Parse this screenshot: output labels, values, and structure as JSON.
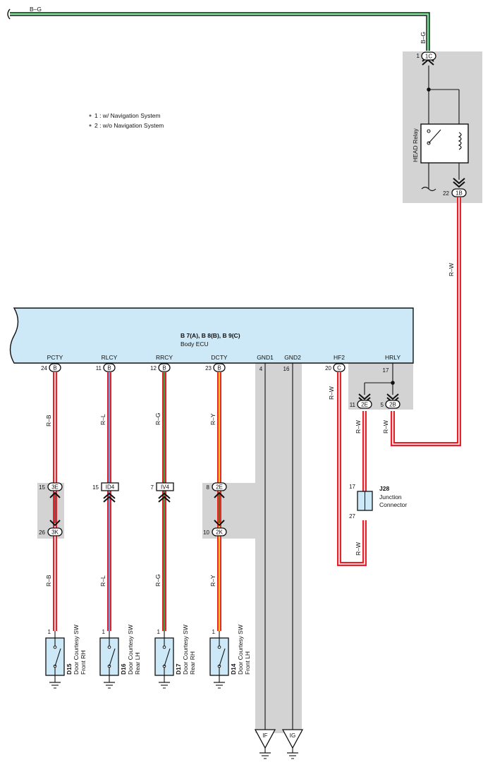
{
  "top_wire": {
    "label": "B–G",
    "vertical_label": "B–G"
  },
  "notes": [
    "1 : w/ Navigation System",
    "2 : w/o Navigation System"
  ],
  "relay": {
    "name": "HEAD Relay",
    "in_pin": "1",
    "in_connector": "1C",
    "out_pin": "22",
    "out_connector": "1B",
    "out_wire": "R–W"
  },
  "ecu": {
    "title": "B 7(A), B 8(B), B 9(C)",
    "subtitle": "Body ECU",
    "terminals": [
      {
        "name": "PCTY",
        "pin": "24",
        "conn": "B"
      },
      {
        "name": "RLCY",
        "pin": "11",
        "conn": "B"
      },
      {
        "name": "RRCY",
        "pin": "12",
        "conn": "B"
      },
      {
        "name": "DCTY",
        "pin": "23",
        "conn": "B"
      },
      {
        "name": "GND1",
        "pin": "4",
        "conn": ""
      },
      {
        "name": "GND2",
        "pin": "16",
        "conn": ""
      },
      {
        "name": "HF2",
        "pin": "20",
        "conn": "C"
      },
      {
        "name": "HRLY",
        "pin": "17",
        "conn": ""
      }
    ]
  },
  "hrly_branch": {
    "left_pin": "11",
    "left_conn": "2E",
    "right_pin": "5",
    "right_conn": "2B",
    "left_wire": "R–W",
    "right_wire": "R–W",
    "hf2_wire": "R–W",
    "bottom_wire": "R–W"
  },
  "junction": {
    "code": "J28",
    "name_line1": "Junction",
    "name_line2": "Connector",
    "pin_top": "17",
    "pin_bottom": "27"
  },
  "circuits": [
    {
      "wire": "R–B",
      "wire_bottom": "R–B",
      "c1_pin": "15",
      "c1_conn": "3E",
      "c2_pin": "26",
      "c2_conn": "3K",
      "sw_pin": "1",
      "sw_code": "D15",
      "sw_line1": "Door Courtesy SW",
      "sw_line2": "Front RH"
    },
    {
      "wire": "R–L",
      "wire_bottom": "R–L",
      "c1_pin": "15",
      "c1_conn": "ID4",
      "sw_pin": "1",
      "sw_code": "D16",
      "sw_line1": "Door Courtesy SW",
      "sw_line2": "Rear LH"
    },
    {
      "wire": "R–G",
      "wire_bottom": "R–G",
      "c1_pin": "7",
      "c1_conn": "IV4",
      "sw_pin": "1",
      "sw_code": "D17",
      "sw_line1": "Door Courtesy SW",
      "sw_line2": "Rear RH"
    },
    {
      "wire": "R–Y",
      "wire_bottom": "R–Y",
      "c1_pin": "8",
      "c1_conn": "2E",
      "c2_pin": "10",
      "c2_conn": "2K",
      "sw_pin": "1",
      "sw_code": "D14",
      "sw_line1": "Door Courtesy SW",
      "sw_line2": "Front LH"
    }
  ],
  "grounds": [
    "IF",
    "IG"
  ],
  "colors": {
    "red": "#e8202a",
    "green": "#2aa84a",
    "blue": "#5aa9e6",
    "yellow": "#f2c62a",
    "ecu_fill": "#cde9f7",
    "gray_area": "#d3d3d3"
  }
}
